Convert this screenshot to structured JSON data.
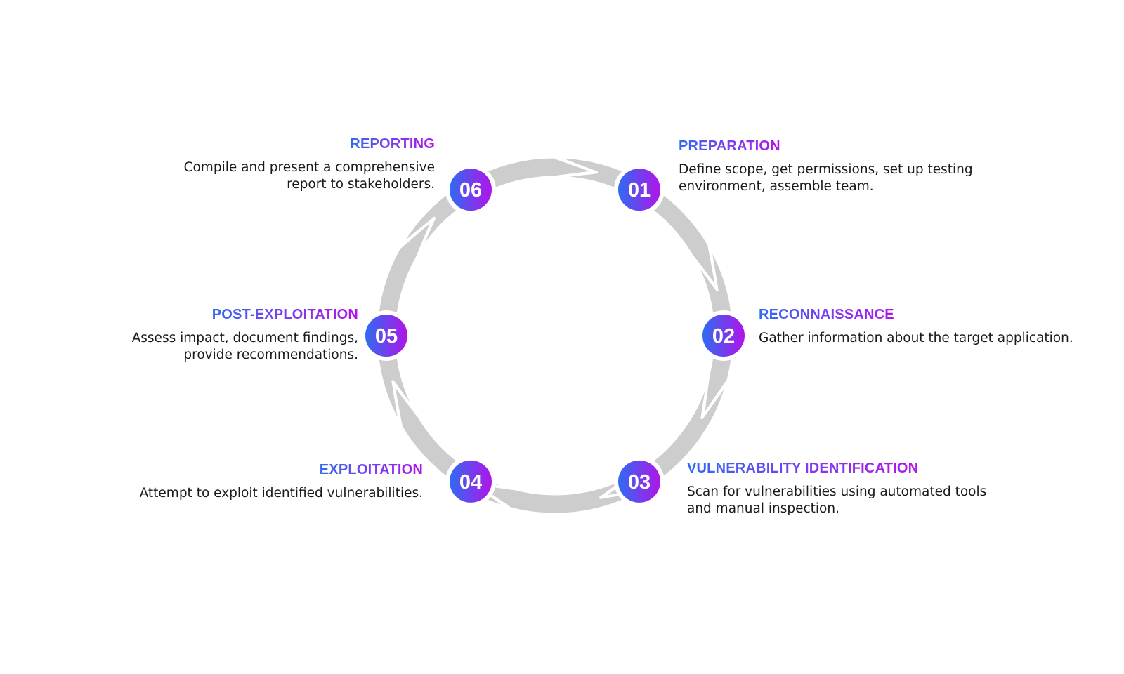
{
  "colors": {
    "ring": "#cdcdcd",
    "badge_start": "#2f6bf2",
    "badge_end": "#b015e8",
    "title_start": "#2f6bf2",
    "title_end": "#b015e8",
    "text": "#1a1a1a"
  },
  "steps": [
    {
      "number": "01",
      "title": "PREPARATION",
      "desc": [
        "Define scope, get permissions, set up testing",
        "environment, assemble team."
      ]
    },
    {
      "number": "02",
      "title": "RECONNAISSANCE",
      "desc": [
        "Gather information about the target application."
      ]
    },
    {
      "number": "03",
      "title": "VULNERABILITY IDENTIFICATION",
      "desc": [
        "Scan for vulnerabilities using automated tools",
        "and manual inspection."
      ]
    },
    {
      "number": "04",
      "title": "EXPLOITATION",
      "desc": [
        "Attempt to exploit identified vulnerabilities."
      ]
    },
    {
      "number": "05",
      "title": "POST-EXPLOITATION",
      "desc": [
        "Assess impact, document findings,",
        "provide recommendations."
      ]
    },
    {
      "number": "06",
      "title": "REPORTING",
      "desc": [
        "Compile and present a comprehensive",
        "report to stakeholders."
      ]
    }
  ]
}
